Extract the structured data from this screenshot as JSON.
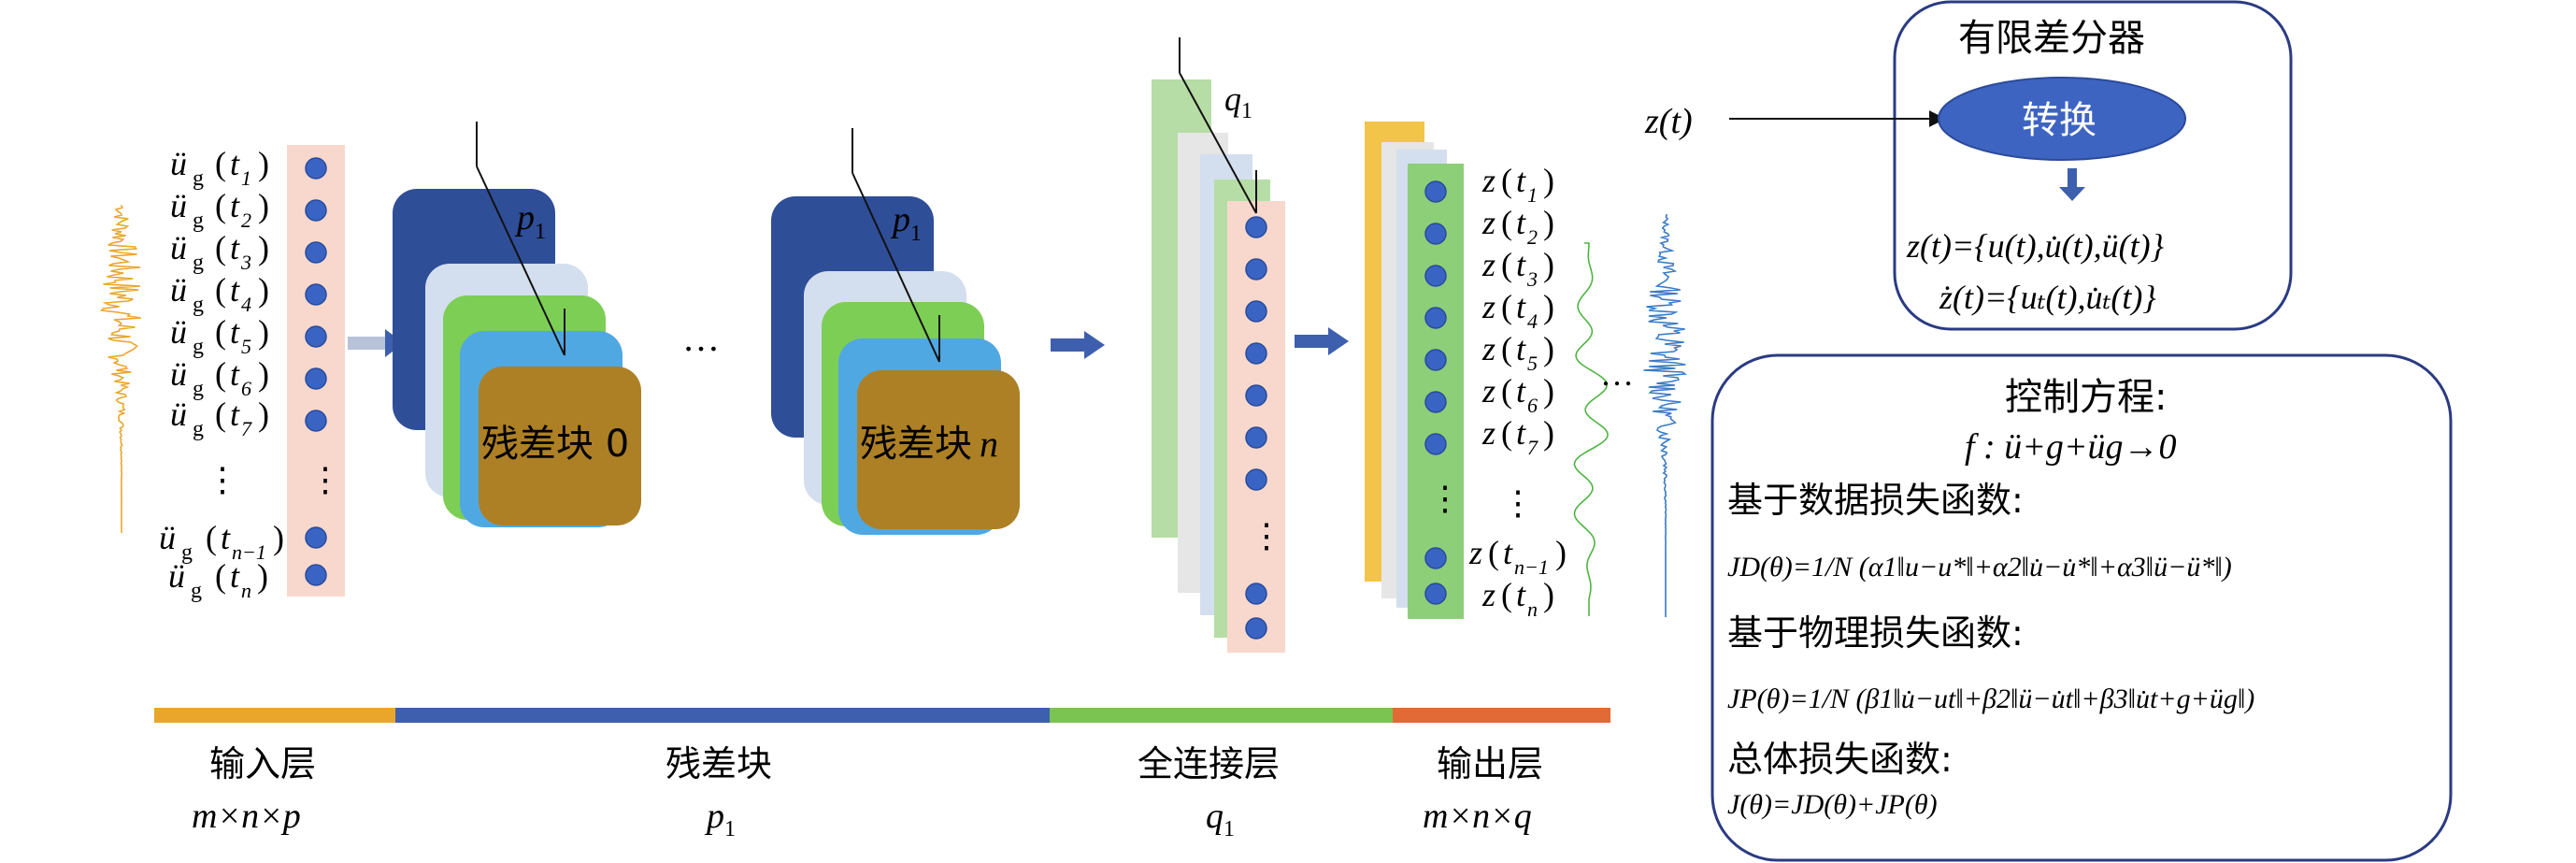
{
  "input": {
    "labels_top": [
      "ü",
      "ü",
      "ü",
      "ü",
      "ü",
      "ü",
      "ü"
    ],
    "sub_g": "g",
    "arg_t": [
      "1",
      "2",
      "3",
      "4",
      "5",
      "6",
      "7"
    ],
    "dots": "⋮",
    "t_nm1": "n−1",
    "t_n": "n"
  },
  "residual": {
    "block0_label": "残差块 0",
    "blockn_label_cjk": "残差块",
    "blockn_label_n": "n",
    "p1": "p",
    "p1_sub": "1",
    "ellipsis": "…"
  },
  "fc": {
    "q1": "q",
    "q1_sub": "1",
    "dots": "⋮"
  },
  "output": {
    "z_sub": [
      "1",
      "2",
      "3",
      "4",
      "5",
      "6",
      "7"
    ],
    "t_nm1": "n−1",
    "t_n": "n",
    "dots": "⋮",
    "ellipsis": "…"
  },
  "bar": {
    "sections": [
      {
        "title": "输入层",
        "sub": "m×n×p",
        "color": "#e9a62b"
      },
      {
        "title": "残差块",
        "sub": "p",
        "sub_index": "1",
        "color": "#3e5fae"
      },
      {
        "title": "全连接层",
        "sub": "q",
        "sub_index": "1",
        "color": "#7cc451"
      },
      {
        "title": "输出层",
        "sub": "m×n×q",
        "color": "#e26a36"
      }
    ]
  },
  "fd": {
    "title": "有限差分器",
    "input_label": "z(t)",
    "transform": "转换",
    "eq1": "z(t)={u(t),u̇(t),ü(t)}",
    "eq2": "ż(t)={uₜ(t),u̇ₜ(t)}"
  },
  "control": {
    "title": "控制方程:",
    "f_eq": "f : ü+g+üg→0",
    "data_loss_title": "基于数据损失函数:",
    "data_loss_eq": "JD(θ)=1/N (α1‖u−u*‖+α2‖u̇−u̇*‖+α3‖ü−ü*‖)",
    "phys_loss_title": "基于物理损失函数:",
    "phys_loss_eq": "JP(θ)=1/N (β1‖u̇−ut‖+β2‖ü−u̇t‖+β3‖u̇t+g+üg‖)",
    "total_title": "总体损失函数:",
    "total_eq": "J(θ)=JD(θ)+JP(θ)"
  },
  "colors": {
    "node": "#3a64c4",
    "input_col": "#f8d8cc",
    "navy": "#2f4e98",
    "lightblue": "#d3dfef",
    "green": "#7dce54",
    "skyblue": "#4fa8e2",
    "brown": "#ad8025",
    "fc_green": "#b6dda5",
    "fc_gray": "#e6e6e6",
    "out_yellow": "#f2c54a",
    "out_green": "#8dce79"
  }
}
